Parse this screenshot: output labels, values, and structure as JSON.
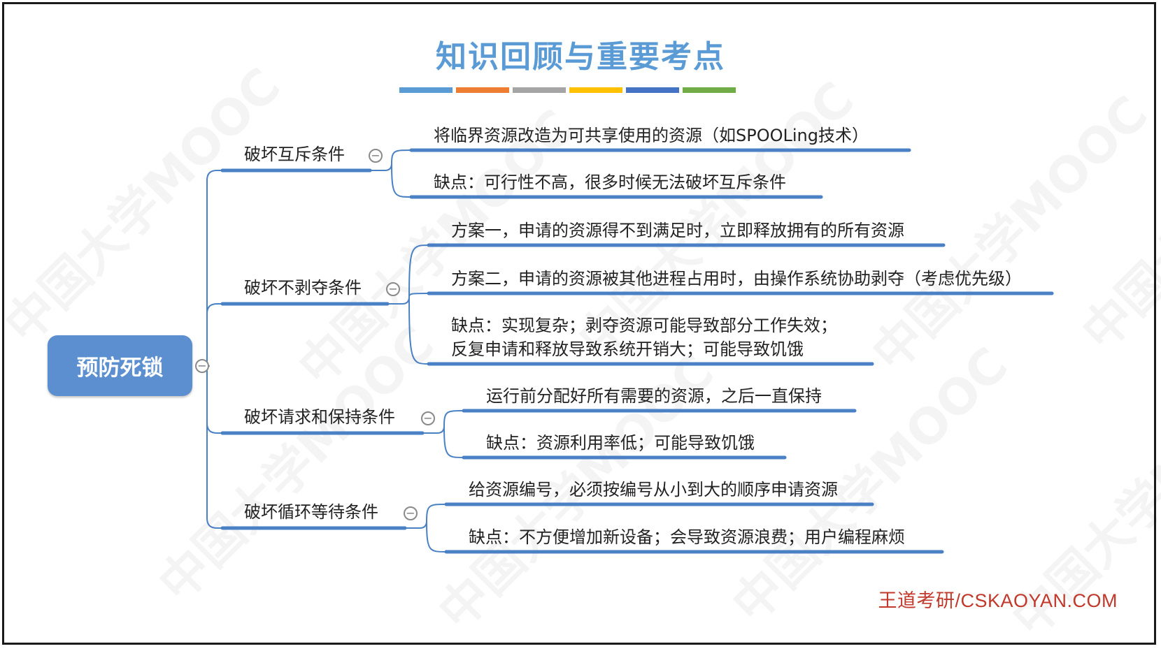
{
  "title": "知识回顾与重要考点",
  "color_bars": [
    "#5b9bd5",
    "#ed7d31",
    "#a5a5a5",
    "#ffc000",
    "#4472c4",
    "#70ad47"
  ],
  "mindmap": {
    "root": "预防死锁",
    "collapse_symbol": "−",
    "line_color": "#4a80c4",
    "branches": [
      {
        "label": "破坏互斥条件",
        "leaves": [
          "将临界资源改造为可共享使用的资源（如SPOOLing技术）",
          "缺点：可行性不高，很多时候无法破坏互斥条件"
        ]
      },
      {
        "label": "破坏不剥夺条件",
        "leaves": [
          "方案一，申请的资源得不到满足时，立即释放拥有的所有资源",
          "方案二，申请的资源被其他进程占用时，由操作系统协助剥夺（考虑优先级）",
          "缺点：实现复杂；剥夺资源可能导致部分工作失效；\n反复申请和释放导致系统开销大；可能导致饥饿"
        ]
      },
      {
        "label": "破坏请求和保持条件",
        "leaves": [
          "运行前分配好所有需要的资源，之后一直保持",
          "缺点：资源利用率低；可能导致饥饿"
        ]
      },
      {
        "label": "破坏循环等待条件",
        "leaves": [
          "给资源编号，必须按编号从小到大的顺序申请资源",
          "缺点：不方便增加新设备；会导致资源浪费；用户编程麻烦"
        ]
      }
    ]
  },
  "watermark_repeat": "中国大学MOOC",
  "footer": "王道考研/CSKAOYAN.COM"
}
